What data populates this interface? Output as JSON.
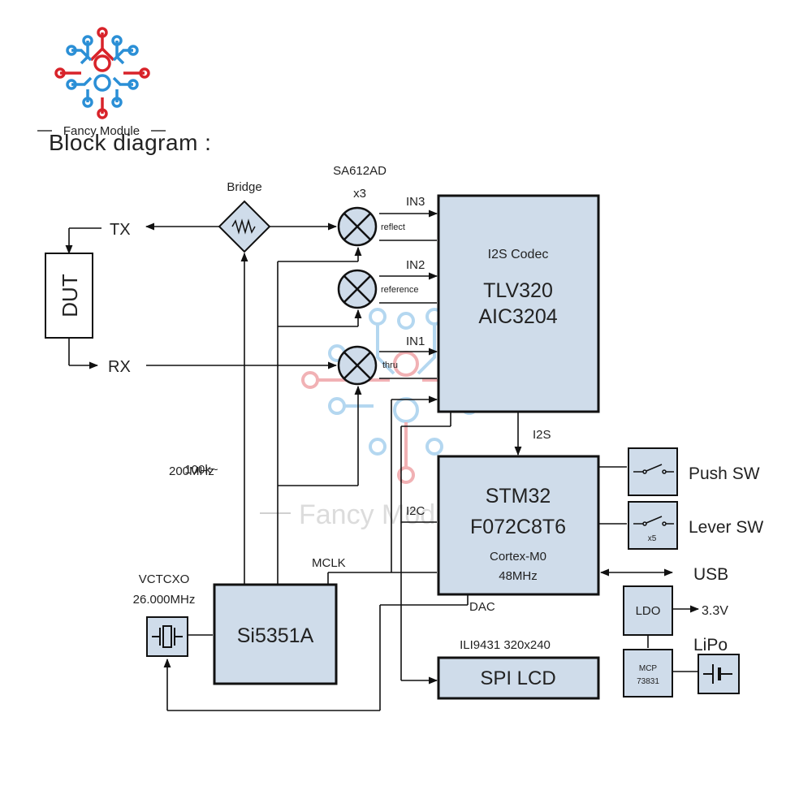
{
  "brand": {
    "name": "Fancy Module",
    "logo_icon": "circuit-node-logo-icon"
  },
  "title": "Block diagram",
  "colors": {
    "block_fill": "#cfdcea",
    "line": "#111111",
    "logo_red": "#d8232a",
    "logo_blue": "#2b8fd6"
  },
  "labels": {
    "bridge": "Bridge",
    "mixer_part": "SA612AD",
    "mixer_count": "x3",
    "tx": "TX",
    "rx": "RX",
    "dut": "DUT",
    "in3": "IN3",
    "in2": "IN2",
    "in1": "IN1",
    "reflect": "reflect",
    "reference": "reference",
    "thru": "thru",
    "freq_range_1": "100k~",
    "freq_range_2": "200MHz",
    "vctcxo": "VCTCXO",
    "vctcxo_freq": "26.000MHz",
    "mclk": "MCLK",
    "i2s": "I2S",
    "i2c": "I2C",
    "dac": "DAC",
    "lcd_part": "ILI9431 320x240",
    "push_sw": "Push SW",
    "lever_sw": "Lever SW",
    "x5": "x5",
    "usb": "USB",
    "v33": "3.3V",
    "lipo": "LiPo"
  },
  "blocks": {
    "codec": {
      "line1": "I2S Codec",
      "line2": "TLV320",
      "line3": "AIC3204"
    },
    "mcu": {
      "line1": "STM32",
      "line2": "F072C8T6",
      "line3": "Cortex-M0",
      "line4": "48MHz"
    },
    "synth": {
      "name": "Si5351A"
    },
    "lcd": {
      "name": "SPI LCD"
    },
    "ldo": {
      "name": "LDO"
    },
    "charger": {
      "line1": "MCP",
      "line2": "73831"
    }
  }
}
